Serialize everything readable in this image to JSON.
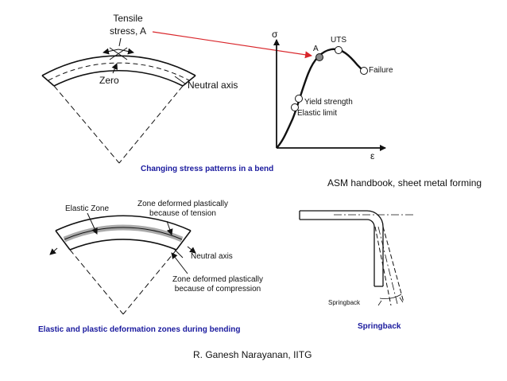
{
  "bend_fig": {
    "tensile_label_1": "Tensile",
    "tensile_label_2": "stress, A",
    "zero_label": "Zero",
    "neutral_axis_label": "Neutral axis"
  },
  "stress_strain": {
    "y_axis_symbol": "σ",
    "x_axis_symbol": "ε",
    "point_a": "A",
    "uts": "UTS",
    "failure": "Failure",
    "yield_strength": "Yield strength",
    "elastic_limit": "Elastic limit"
  },
  "caption_top": "Changing stress patterns in a bend",
  "reference": "ASM handbook, sheet metal forming",
  "zones_fig": {
    "elastic_zone": "Elastic Zone",
    "tension_zone_1": "Zone deformed plastically",
    "tension_zone_2": "because of tension",
    "neutral_axis": "Neutral axis",
    "compression_zone_1": "Zone deformed plastically",
    "compression_zone_2": "because of compression"
  },
  "caption_bottom_left": "Elastic and plastic deformation zones during bending",
  "springback_fig": {
    "springback_label": "Springback"
  },
  "caption_bottom_right": "Springback",
  "author": "R. Ganesh Narayanan, IITG",
  "colors": {
    "caption": "#1a1a9e",
    "arrow": "#d9262b",
    "marker_a": "#888888",
    "plastic_zone": "#aaaaaa"
  }
}
